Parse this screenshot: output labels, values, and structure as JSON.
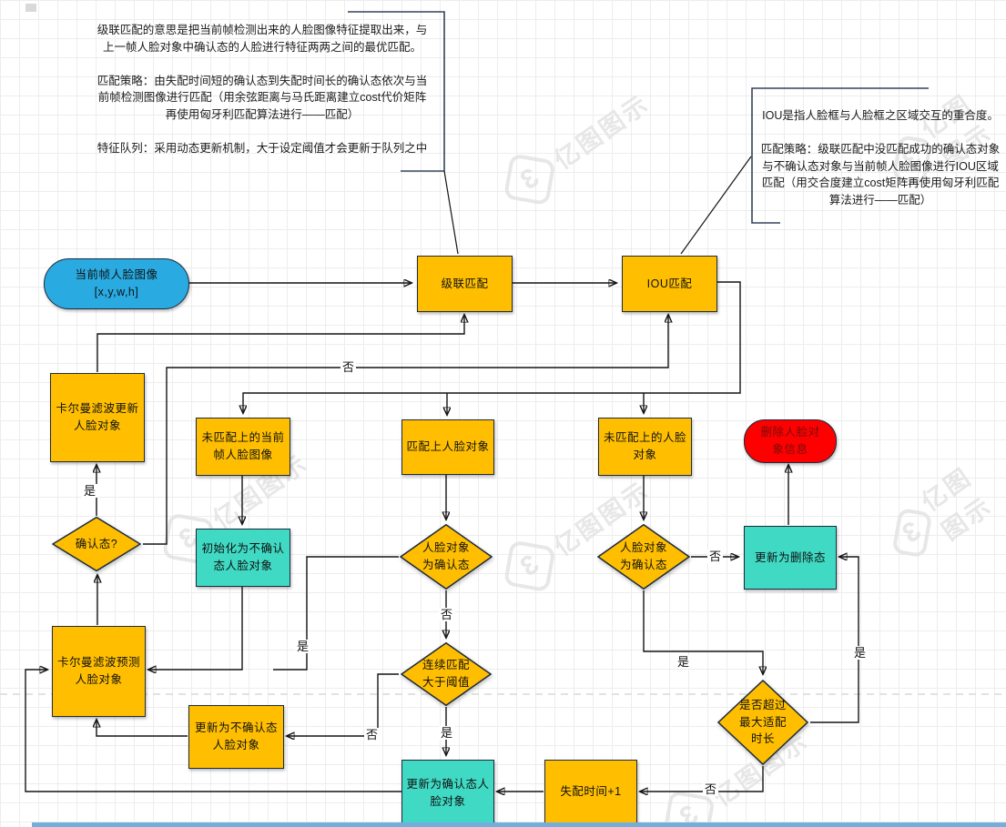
{
  "app": {
    "watermark_text": "亿图图示",
    "watermark_logo": "3"
  },
  "colors": {
    "node_orange": "#FFBF00",
    "node_teal": "#3FD9C4",
    "node_blue": "#29ABE2",
    "node_red": "#FF0000",
    "node_border": "#1E2B3C",
    "edge_line": "#141414",
    "grid_line": "#EDEDED",
    "bottom_strip": "#74AEDD"
  },
  "notes": {
    "cascade": "级联匹配的意思是把当前帧检测出来的人脸图像特征提取出来，与\n上一帧人脸对象中确认态的人脸进行特征两两之间的最优匹配。\n\n匹配策略：由失配时间短的确认态到失配时间长的确认态依次与当\n前帧检测图像进行匹配（用余弦距离与马氏距离建立cost代价矩阵\n再使用匈牙利匹配算法进行——匹配）\n\n特征队列：采用动态更新机制，大于设定阈值才会更新于队列之中",
    "iou": "IOU是指人脸框与人脸框之区域交互的重合度。\n\n匹配策略：级联匹配中没匹配成功的确认态对象\n与不确认态对象与当前帧人脸图像进行IOU区域\n匹配（用交合度建立cost矩阵再使用匈牙利匹配\n算法进行——匹配）"
  },
  "nodes": {
    "current_frame": "当前帧人脸图像\n[x,y,w,h]",
    "cascade_match": "级联匹配",
    "iou_match": "IOU匹配",
    "kalman_update": "卡尔曼滤波更新\n人脸对象",
    "unmatched_detection": "未匹配上的当前\n帧人脸图像",
    "matched_face": "匹配上人脸对象",
    "unmatched_track": "未匹配上的人脸\n对象",
    "delete_face_info": "删除人脸对\n象信息",
    "is_confirmed": "确认态?",
    "init_unconfirmed": "初始化为不确认\n态人脸对象",
    "face_confirmed_center": "人脸对象\n为确认态",
    "face_confirmed_right": "人脸对象\n为确认态",
    "set_deleted": "更新为删除态",
    "kalman_predict": "卡尔曼滤波预测\n人脸对象",
    "consecutive_match": "连续匹配\n大于阈值",
    "set_unconfirmed": "更新为不确认态\n人脸对象",
    "exceed_max_time": "是否超过\n最大适配\n时长",
    "set_confirmed": "更新为确认态人\n脸对象",
    "mismatch_time": "失配时间+1"
  },
  "edge_labels": {
    "yes": "是",
    "no": "否"
  }
}
